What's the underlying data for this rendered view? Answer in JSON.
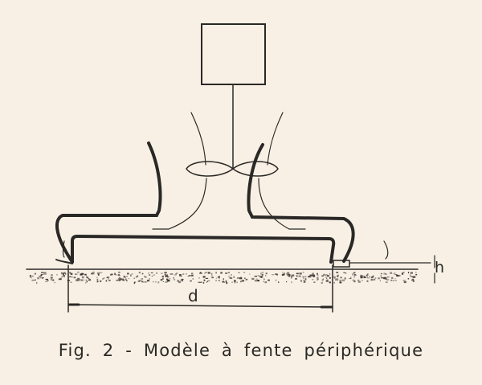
{
  "figure": {
    "caption": "Fig. 2 - Modèle à fente périphérique",
    "label_d": "d",
    "label_h": "h",
    "colors": {
      "ink": "#2a2826",
      "paper": "#f8f0e4"
    }
  }
}
